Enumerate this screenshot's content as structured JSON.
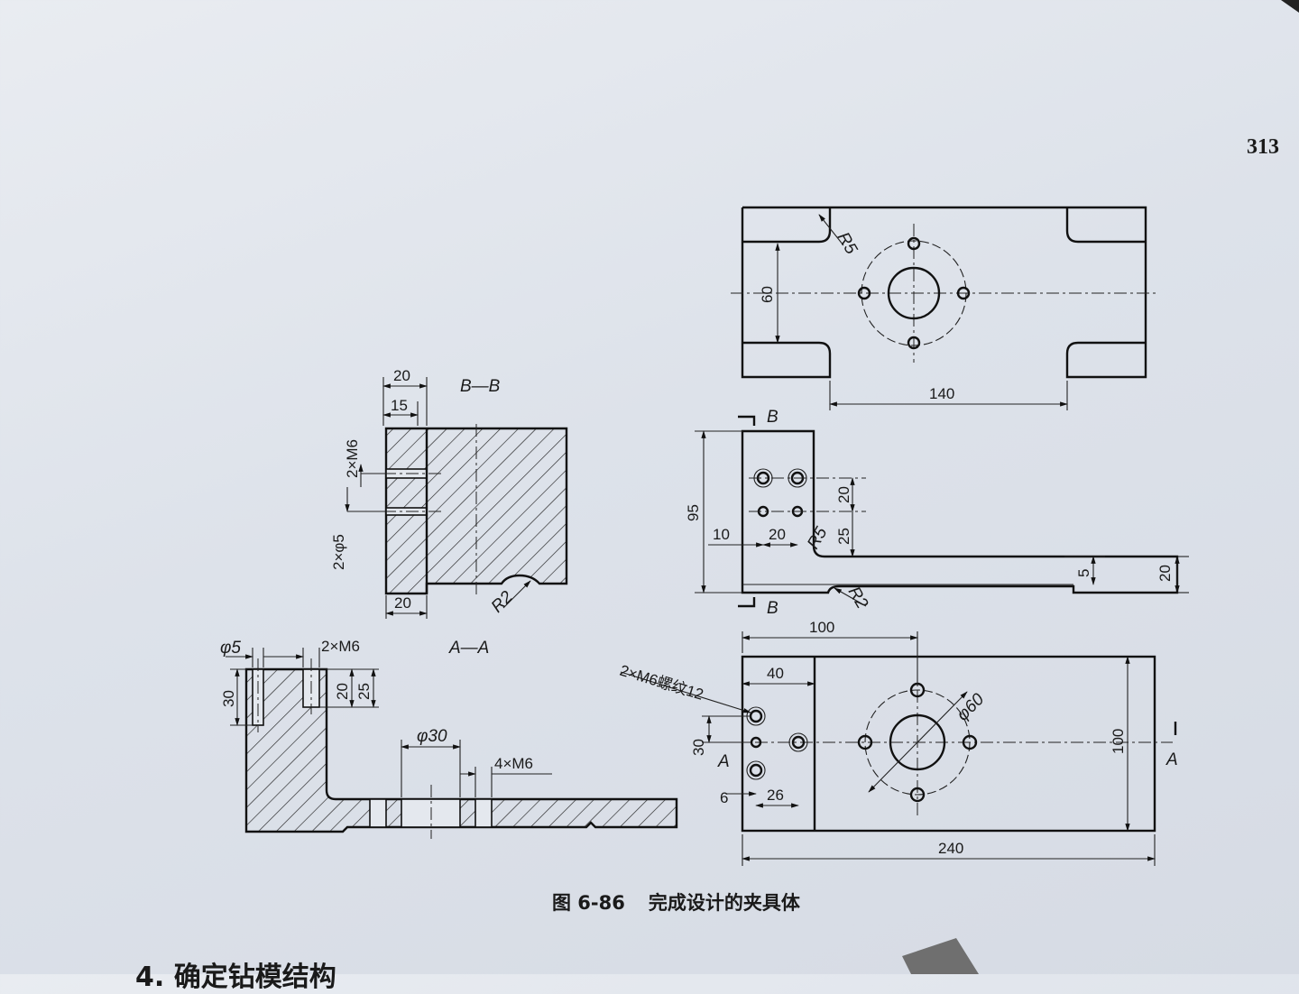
{
  "page_number": "313",
  "caption": {
    "number": "图 6-86",
    "title": "完成设计的夹具体"
  },
  "next_heading": "4. 确定钻模结构",
  "views": {
    "top": {
      "r5": "R5",
      "d60": "60",
      "d140": "140"
    },
    "front": {
      "b_mark": "B",
      "d95": "95",
      "d10": "10",
      "d20a": "20",
      "d20b": "20",
      "r5": "R5",
      "d25": "25",
      "d5": "5",
      "d20c": "20",
      "r2": "R2"
    },
    "bottom": {
      "d100w": "100",
      "d40": "40",
      "thread": "2×M6螺纹12",
      "d30": "30",
      "a_mark": "A",
      "d6": "6",
      "d26": "26",
      "phi60": "φ60",
      "d100h": "100",
      "d240": "240"
    },
    "bb": {
      "title": "B—B",
      "d20top": "20",
      "d15": "15",
      "m6": "2×M6",
      "phi5": "2×φ5",
      "d20bot": "20",
      "r2": "R2"
    },
    "aa": {
      "title": "A—A",
      "phi5": "φ5",
      "m6": "2×M6",
      "d30": "30",
      "d20": "20",
      "d25": "25",
      "phi30": "φ30",
      "m6b": "4×M6"
    }
  }
}
